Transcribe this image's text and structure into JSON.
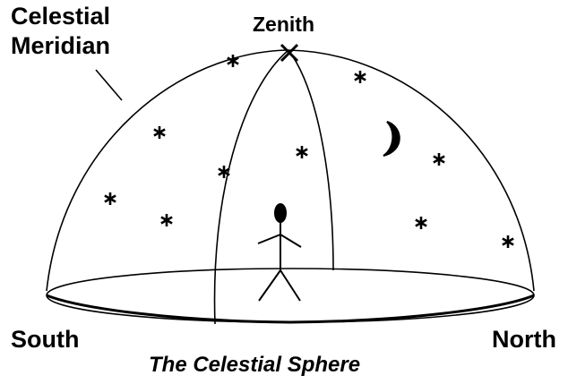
{
  "labels": {
    "meridian_line1": "Celestial",
    "meridian_line2": "Meridian",
    "zenith": "Zenith",
    "south": "South",
    "north": "North",
    "caption": "The Celestial Sphere"
  },
  "icons": {
    "star": "star-icon",
    "moon": "crescent-moon-icon",
    "zenith_mark": "x-mark-icon",
    "observer": "stick-figure-icon"
  },
  "colors": {
    "ink": "#000000",
    "background": "#ffffff"
  }
}
